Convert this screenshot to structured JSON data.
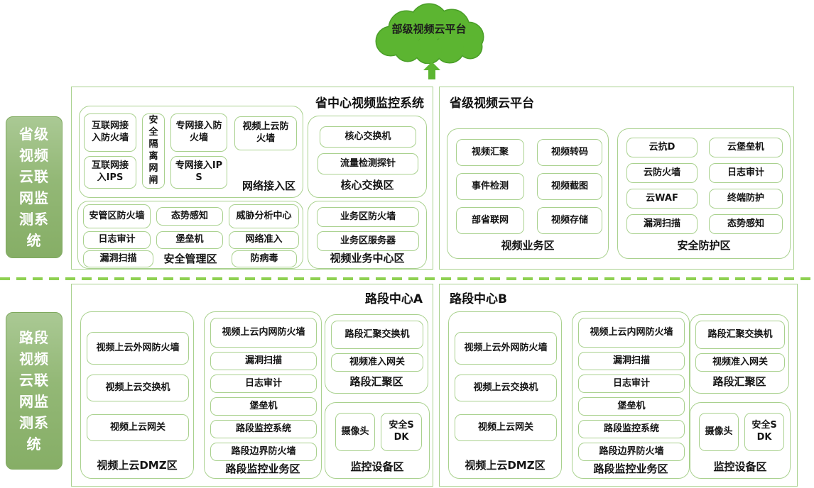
{
  "cloud": {
    "label": "部级视频云平台"
  },
  "side_labels": {
    "top": "省级视频云联网监测系统",
    "bottom": "路段视频云联网监测系统"
  },
  "colors": {
    "cloud_green": "#5cb531",
    "border_green": "#a9d18e",
    "dash_green": "#8ed051",
    "side_label_green": "#93b876"
  },
  "panels": {
    "province_center": {
      "title": "省中心视频监控系统",
      "network_access": {
        "label": "网络接入区",
        "items": [
          "互联网接入防火墙",
          "互联网接入IPS",
          "安全隔离网闸",
          "专网接入防火墙",
          "专网接入IPS",
          "视频上云防火墙"
        ]
      },
      "core_switch": {
        "label": "核心交换区",
        "items": [
          "核心交换机",
          "流量检测探针"
        ]
      },
      "security_mgmt": {
        "label": "安全管理区",
        "items": [
          "安管区防火墙",
          "态势感知",
          "威胁分析中心",
          "日志审计",
          "堡垒机",
          "网络准入",
          "漏洞扫描",
          "防病毒"
        ]
      },
      "video_center": {
        "label": "视频业务中心区",
        "items": [
          "业务区防火墙",
          "业务区服务器"
        ]
      }
    },
    "province_cloud": {
      "title": "省级视频云平台",
      "video_business": {
        "label": "视频业务区",
        "items": [
          "视频汇聚",
          "视频转码",
          "事件检测",
          "视频截图",
          "部省联网",
          "视频存储"
        ]
      },
      "security_protect": {
        "label": "安全防护区",
        "items": [
          "云抗D",
          "云堡垒机",
          "云防火墙",
          "日志审计",
          "云WAF",
          "终端防护",
          "漏洞扫描",
          "态势感知"
        ]
      }
    },
    "road_center_a": {
      "title": "路段中心A",
      "dmz": {
        "label": "视频上云DMZ区",
        "items": [
          "视频上云外网防火墙",
          "视频上云交换机",
          "视频上云网关"
        ]
      },
      "monitor_business": {
        "label": "路段监控业务区",
        "items": [
          "视频上云内网防火墙",
          "漏洞扫描",
          "日志审计",
          "堡垒机",
          "路段监控系统",
          "路段边界防火墙"
        ]
      },
      "aggregation": {
        "label": "路段汇聚区",
        "items": [
          "路段汇聚交换机",
          "视频准入网关"
        ]
      },
      "devices": {
        "label": "监控设备区",
        "items": [
          "摄像头",
          "安全SDK"
        ]
      }
    },
    "road_center_b": {
      "title": "路段中心B",
      "dmz": {
        "label": "视频上云DMZ区",
        "items": [
          "视频上云外网防火墙",
          "视频上云交换机",
          "视频上云网关"
        ]
      },
      "monitor_business": {
        "label": "路段监控业务区",
        "items": [
          "视频上云内网防火墙",
          "漏洞扫描",
          "日志审计",
          "堡垒机",
          "路段监控系统",
          "路段边界防火墙"
        ]
      },
      "aggregation": {
        "label": "路段汇聚区",
        "items": [
          "路段汇聚交换机",
          "视频准入网关"
        ]
      },
      "devices": {
        "label": "监控设备区",
        "items": [
          "摄像头",
          "安全SDK"
        ]
      }
    }
  }
}
